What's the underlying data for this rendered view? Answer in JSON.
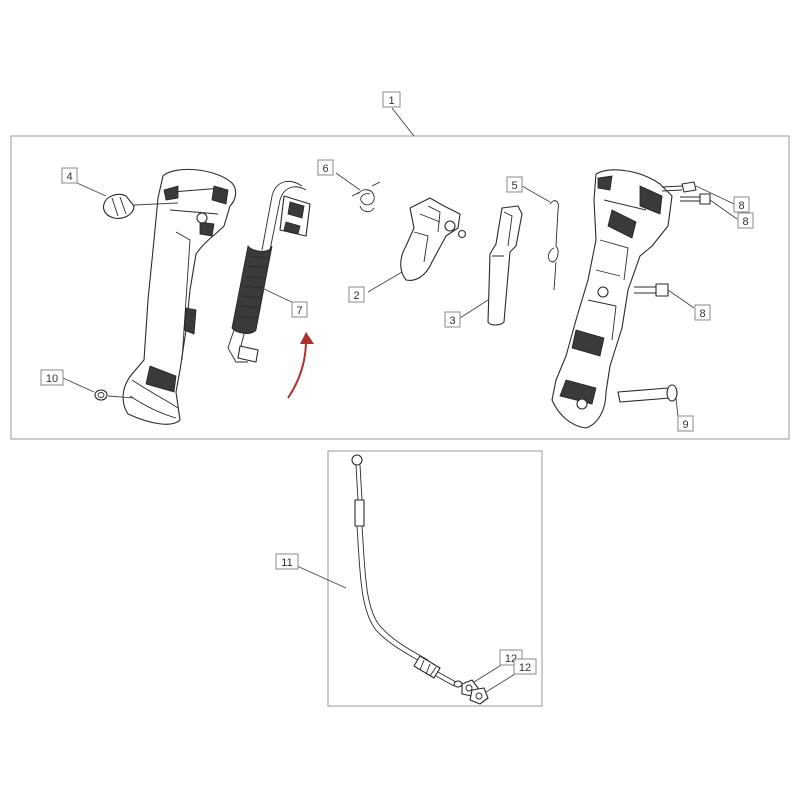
{
  "colors": {
    "frame": "#9a9a9a",
    "line": "#2a2a2a",
    "shade": "#3a3a3a",
    "arrow": "#b03030"
  },
  "callouts": {
    "c1": "1",
    "c2": "2",
    "c3": "3",
    "c4": "4",
    "c5": "5",
    "c6": "6",
    "c7": "7",
    "c8a": "8",
    "c8b": "8",
    "c8c": "8",
    "c9": "9",
    "c10": "10",
    "c11": "11",
    "c12a": "12",
    "c12b": "12"
  }
}
